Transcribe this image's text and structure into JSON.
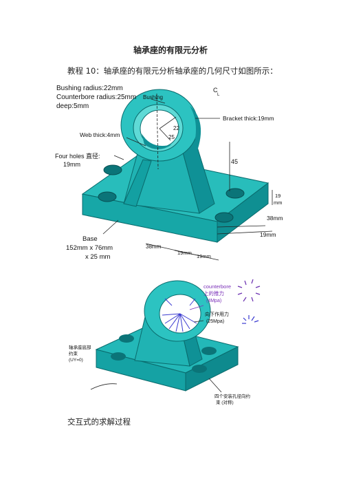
{
  "doc": {
    "title": "轴承座的有限元分析",
    "intro": "教程 10：轴承座的有限元分析轴承座的几何尺寸如图所示：",
    "caption": "交互式的求解过程"
  },
  "figure1": {
    "labels": {
      "bushing_radius": "Bushing radius:22mm",
      "counterbore_radius": "Counterbore radius:25mm",
      "deep": "deep:5mm",
      "bushing": "Bushing",
      "cl": "C",
      "cl_sub": "L",
      "bracket_thick": "Bracket thick:19mm",
      "r22": "22",
      "r25": "25",
      "web_thick": "Web thick:4mm",
      "four_holes": "Four holes 直径:",
      "four_holes_dia": "19mm",
      "h45": "45",
      "d19_top": "19",
      "d19_top_unit": "mm",
      "d38_right": "38mm",
      "d19_right": "19mm",
      "base": "Base",
      "base_dims": "152mm x 76mm",
      "base_dims2": "x 25 mm",
      "d38_bottom": "38mm",
      "d19_bottom1": "19mm",
      "d19_bottom2": "19mm"
    }
  },
  "figure2": {
    "labels": {
      "counterbore": "counterbore",
      "up_pressure": "上的推力",
      "up_pressure_val": "(4Mpa)",
      "down_pressure": "向下作用力",
      "down_pressure_val": "(25Mpa)",
      "base_constraint1": "轴承座底部",
      "base_constraint2": "约束",
      "base_constraint3": "(UY=0)",
      "holes_constraint1": "四个安装孔径向约",
      "holes_constraint2": "束 (对称)"
    }
  },
  "colors": {
    "part_face": "#1fb5b5",
    "part_dark": "#0e8a8e",
    "part_light": "#4fd4d2",
    "arrow_blue": "#3a3ad0",
    "label_purple": "#7a2fb8"
  }
}
